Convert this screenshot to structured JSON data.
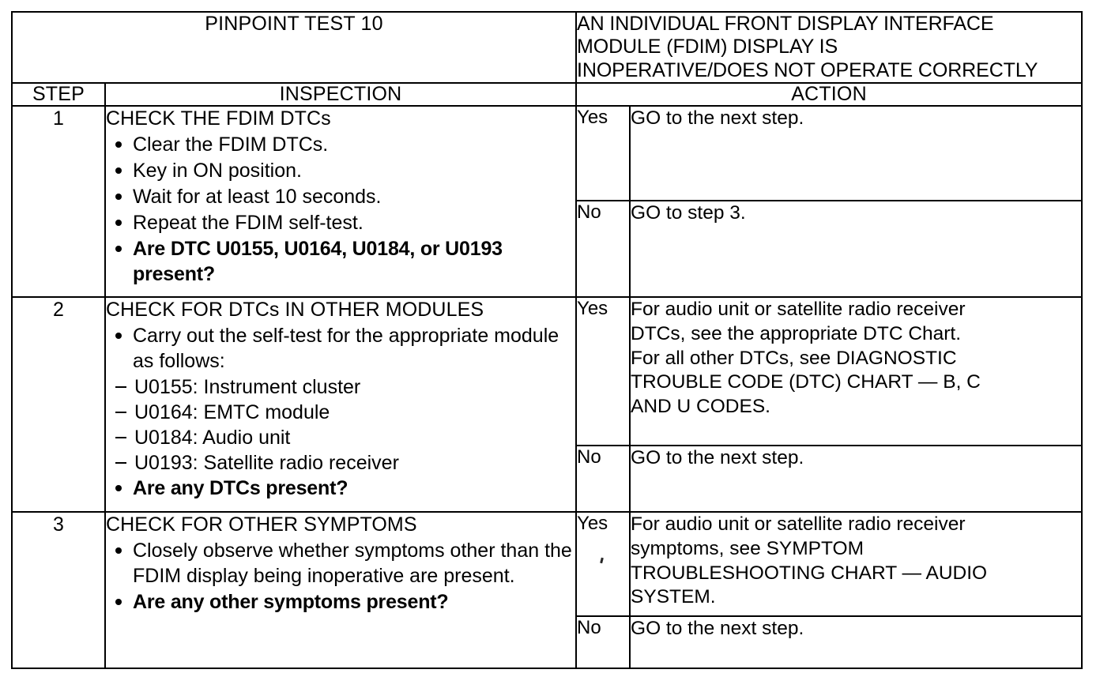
{
  "header": {
    "test_label": "PINPOINT TEST 10",
    "subject_line_1": "AN INDIVIDUAL FRONT DISPLAY INTERFACE MODULE (FDIM) DISPLAY IS",
    "subject_line_2": "INOPERATIVE/DOES NOT OPERATE CORRECTLY"
  },
  "columns": {
    "step": "STEP",
    "inspection": "INSPECTION",
    "action": "ACTION"
  },
  "steps": [
    {
      "number": "1",
      "heading": "CHECK THE FDIM DTCs",
      "bullets": [
        {
          "text": "Clear the FDIM DTCs.",
          "bold": false
        },
        {
          "text": "Key in ON position.",
          "bold": false
        },
        {
          "text": "Wait for at least 10 seconds.",
          "bold": false
        },
        {
          "text": "Repeat the FDIM self-test.",
          "bold": false
        },
        {
          "text": "Are DTC U0155, U0164, U0184, or U0193 present?",
          "bold": true
        }
      ],
      "sublist": [],
      "yes_label": "Yes",
      "no_label": "No",
      "yes_action": [
        "GO to the next step."
      ],
      "no_action": [
        "GO to step 3."
      ]
    },
    {
      "number": "2",
      "heading": "CHECK FOR DTCs IN OTHER MODULES",
      "bullets": [
        {
          "text": "Carry out the self-test for the appropriate module as follows:",
          "bold": false
        }
      ],
      "sublist": [
        "U0155: Instrument cluster",
        "U0164: EMTC module",
        "U0184: Audio unit",
        "U0193: Satellite radio receiver"
      ],
      "bullets_after": [
        {
          "text": "Are any DTCs present?",
          "bold": true
        }
      ],
      "yes_label": "Yes",
      "no_label": "No",
      "yes_action": [
        "For audio unit or satellite radio receiver",
        "DTCs, see the appropriate DTC Chart.",
        "For all other DTCs, see DIAGNOSTIC",
        "TROUBLE CODE (DTC) CHART — B, C",
        "AND U CODES."
      ],
      "no_action": [
        "GO to the next step."
      ]
    },
    {
      "number": "3",
      "heading": "CHECK FOR OTHER SYMPTOMS",
      "bullets": [
        {
          "text": "Closely observe whether symptoms other than the FDIM display being inoperative are present.",
          "bold": false
        },
        {
          "text": "Are any other symptoms present?",
          "bold": true
        }
      ],
      "sublist": [],
      "yes_label": "Yes",
      "no_label": "No",
      "yes_action": [
        "For audio unit or satellite radio receiver",
        "symptoms, see SYMPTOM",
        "TROUBLESHOOTING CHART — AUDIO",
        "SYSTEM."
      ],
      "no_action": [
        "GO to the next step."
      ]
    }
  ]
}
